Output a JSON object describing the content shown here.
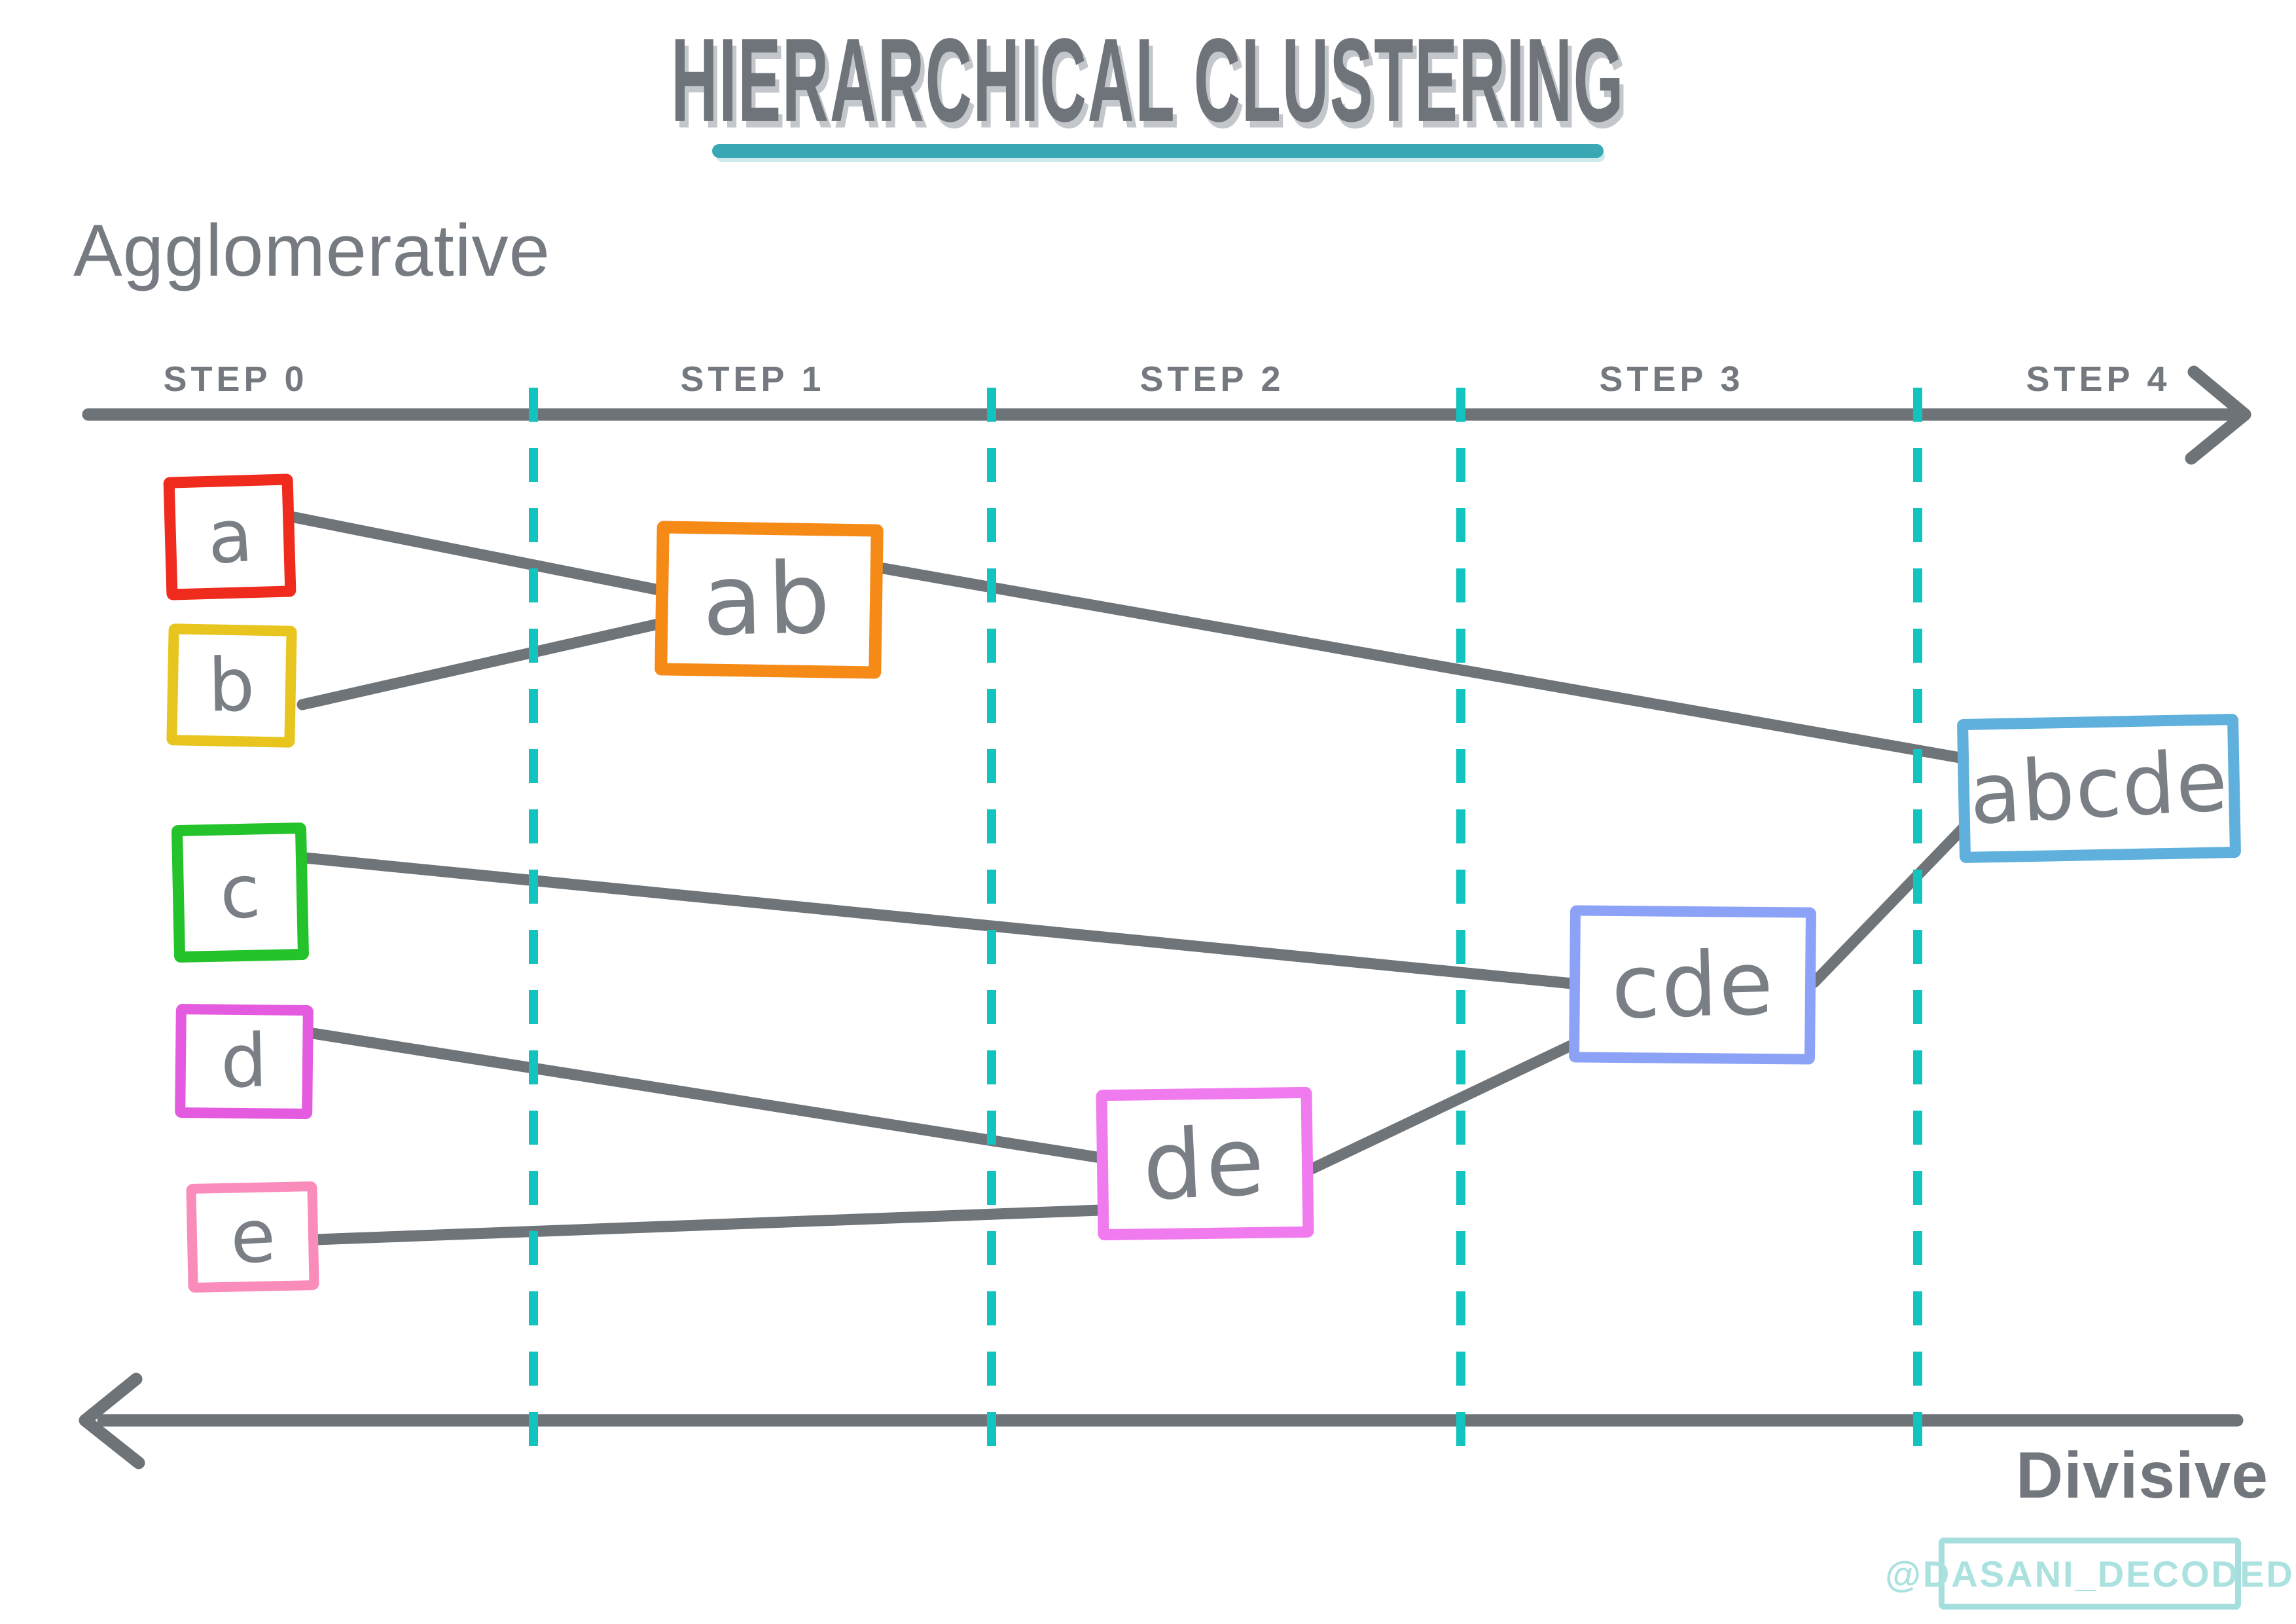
{
  "title": {
    "text": "HIERARCHICAL CLUSTERING",
    "underline_color": "#3aa7b4"
  },
  "method_labels": {
    "agglomerative": "Agglomerative",
    "divisive": "Divisive"
  },
  "timeline": {
    "steps": [
      "STEP 0",
      "STEP 1",
      "STEP 2",
      "STEP 3",
      "STEP 4"
    ],
    "axis_color": "#6e7378",
    "divider_color": "#12c4c0"
  },
  "ink": {
    "text_color": "#7a7f85",
    "line_color": "#6f7479"
  },
  "clusters": {
    "leaves": [
      {
        "id": "a",
        "label": "a",
        "border_color": "#ee2b1c",
        "step": 0
      },
      {
        "id": "b",
        "label": "b",
        "border_color": "#e8c51e",
        "step": 0
      },
      {
        "id": "c",
        "label": "c",
        "border_color": "#24c32b",
        "step": 0
      },
      {
        "id": "d",
        "label": "d",
        "border_color": "#e55be0",
        "step": 0
      },
      {
        "id": "e",
        "label": "e",
        "border_color": "#f98cbb",
        "step": 0
      }
    ],
    "merges": [
      {
        "id": "ab",
        "label": "ab",
        "border_color": "#f68a17",
        "step": 1,
        "merges": [
          "a",
          "b"
        ]
      },
      {
        "id": "de",
        "label": "de",
        "border_color": "#f07bef",
        "step": 2,
        "merges": [
          "d",
          "e"
        ]
      },
      {
        "id": "cde",
        "label": "cde",
        "border_color": "#8ca2f7",
        "step": 3,
        "merges": [
          "c",
          "de"
        ]
      },
      {
        "id": "abcde",
        "label": "abcde",
        "border_color": "#5fb0dc",
        "step": 4,
        "merges": [
          "ab",
          "cde"
        ]
      }
    ]
  },
  "watermark": {
    "text": "@DASANI_DECODED",
    "color": "#a5dfdd"
  }
}
